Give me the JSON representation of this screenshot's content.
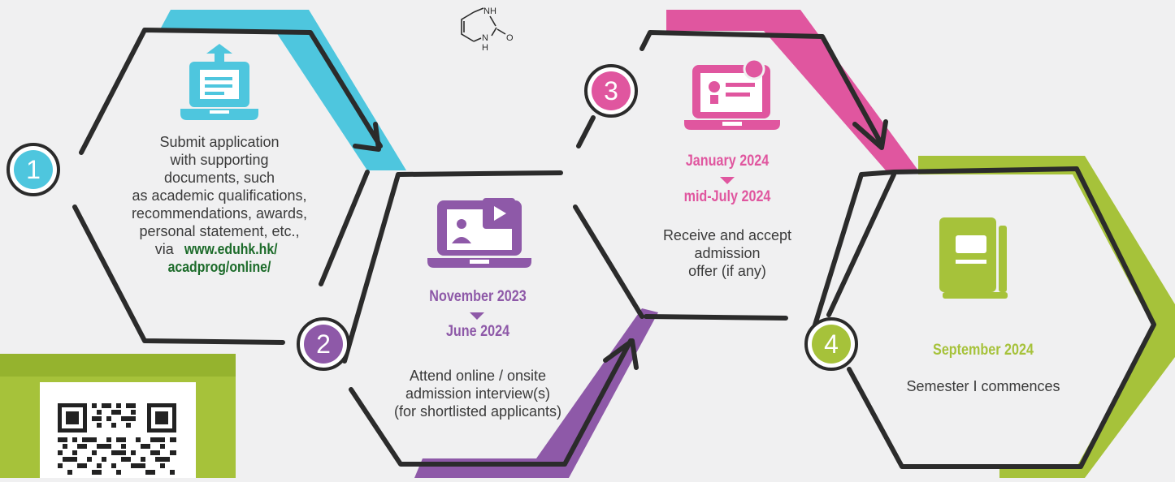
{
  "steps": [
    {
      "number": "1",
      "color": "#4ec6de",
      "text_lines": [
        "Submit application",
        "with supporting",
        "documents, such",
        "as academic qualifications,",
        "recommendations, awards,",
        "personal statement, etc.,"
      ],
      "link_prefix": "via",
      "link_line1": "www.eduhk.hk/",
      "link_line2": "acadprog/online/",
      "icon": "laptop-upload-document-icon"
    },
    {
      "number": "2",
      "color": "#8e59a8",
      "date_from": "November 2023",
      "date_to": "June 2024",
      "text_lines": [
        "Attend online / onsite",
        "admission interview(s)",
        "(for shortlisted applicants)"
      ],
      "icon": "laptop-video-call-icon"
    },
    {
      "number": "3",
      "color": "#e0569f",
      "date_from": "January 2024",
      "date_to": "mid-July 2024",
      "text_lines": [
        "Receive and accept",
        "admission",
        "offer (if any)"
      ],
      "icon": "laptop-certificate-icon"
    },
    {
      "number": "4",
      "color": "#a6c23a",
      "date": "September 2024",
      "text_lines": [
        "Semester I commences"
      ],
      "icon": "book-icon"
    }
  ],
  "molecule_labels": {
    "top": "NH",
    "bottom": "N",
    "h": "H",
    "o": "O"
  },
  "qr": {
    "icon": "qr-code-icon"
  },
  "colors": {
    "outline": "#2b2b2b",
    "background": "#f0f0f1",
    "link": "#1c6b2a"
  }
}
